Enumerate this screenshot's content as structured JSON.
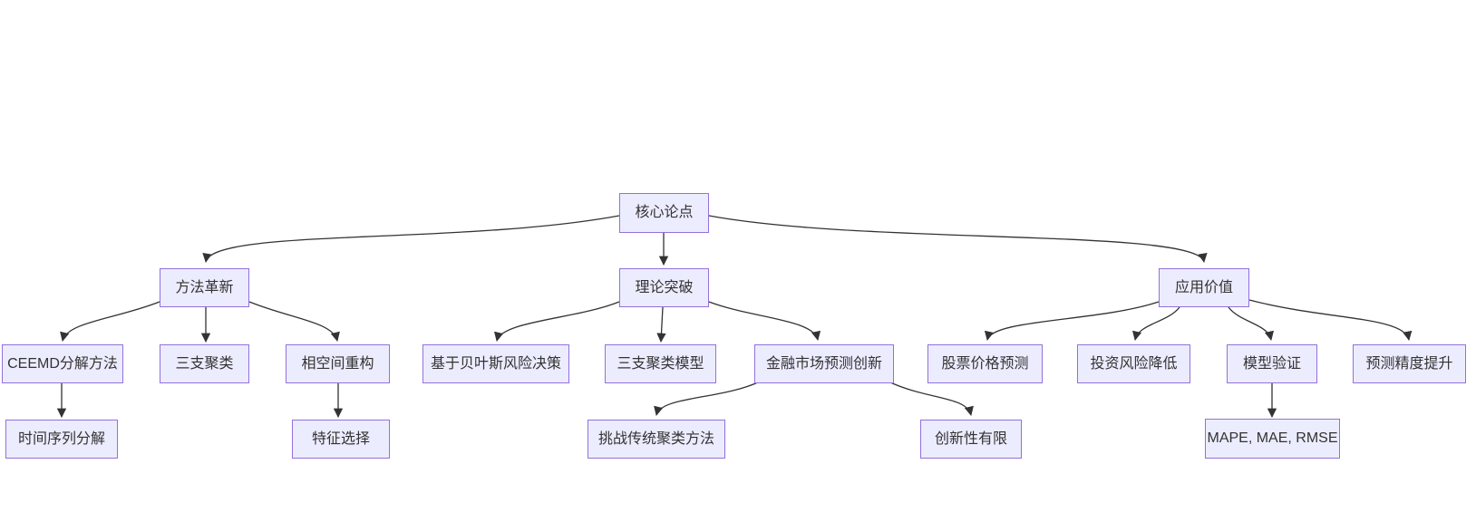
{
  "diagram": {
    "type": "flowchart",
    "direction": "top-down",
    "colors": {
      "background": "#ffffff",
      "node_fill": "#ECECFF",
      "node_border": "#9370DB",
      "text": "#333333",
      "edge": "#333333"
    },
    "nodes": [
      {
        "id": "core-thesis",
        "label": "核心论点"
      },
      {
        "id": "method-innovation",
        "label": "方法革新"
      },
      {
        "id": "theoretical-breakthrough",
        "label": "理论突破"
      },
      {
        "id": "application-value",
        "label": "应用价值"
      },
      {
        "id": "ceemd-decomposition",
        "label": "CEEMD分解方法"
      },
      {
        "id": "three-way-clustering",
        "label": "三支聚类"
      },
      {
        "id": "phase-space-reconstruction",
        "label": "相空间重构"
      },
      {
        "id": "bayesian-risk-decision",
        "label": "基于贝叶斯风险决策"
      },
      {
        "id": "three-way-clustering-model",
        "label": "三支聚类模型"
      },
      {
        "id": "financial-market-forecast-innovation",
        "label": "金融市场预测创新"
      },
      {
        "id": "stock-price-prediction",
        "label": "股票价格预测"
      },
      {
        "id": "investment-risk-reduction",
        "label": "投资风险降低"
      },
      {
        "id": "model-validation",
        "label": "模型验证"
      },
      {
        "id": "forecast-accuracy-improvement",
        "label": "预测精度提升"
      },
      {
        "id": "time-series-decomposition",
        "label": "时间序列分解"
      },
      {
        "id": "feature-selection",
        "label": "特征选择"
      },
      {
        "id": "challenge-traditional-clustering",
        "label": "挑战传统聚类方法"
      },
      {
        "id": "limited-innovation",
        "label": "创新性有限"
      },
      {
        "id": "evaluation-metrics",
        "label": "MAPE, MAE, RMSE"
      }
    ],
    "edges": [
      {
        "from": "core-thesis",
        "to": "method-innovation"
      },
      {
        "from": "core-thesis",
        "to": "theoretical-breakthrough"
      },
      {
        "from": "core-thesis",
        "to": "application-value"
      },
      {
        "from": "method-innovation",
        "to": "ceemd-decomposition"
      },
      {
        "from": "method-innovation",
        "to": "three-way-clustering"
      },
      {
        "from": "method-innovation",
        "to": "phase-space-reconstruction"
      },
      {
        "from": "theoretical-breakthrough",
        "to": "bayesian-risk-decision"
      },
      {
        "from": "theoretical-breakthrough",
        "to": "three-way-clustering-model"
      },
      {
        "from": "theoretical-breakthrough",
        "to": "financial-market-forecast-innovation"
      },
      {
        "from": "application-value",
        "to": "stock-price-prediction"
      },
      {
        "from": "application-value",
        "to": "investment-risk-reduction"
      },
      {
        "from": "application-value",
        "to": "model-validation"
      },
      {
        "from": "application-value",
        "to": "forecast-accuracy-improvement"
      },
      {
        "from": "ceemd-decomposition",
        "to": "time-series-decomposition"
      },
      {
        "from": "phase-space-reconstruction",
        "to": "feature-selection"
      },
      {
        "from": "financial-market-forecast-innovation",
        "to": "challenge-traditional-clustering"
      },
      {
        "from": "financial-market-forecast-innovation",
        "to": "limited-innovation"
      },
      {
        "from": "model-validation",
        "to": "evaluation-metrics"
      }
    ]
  }
}
